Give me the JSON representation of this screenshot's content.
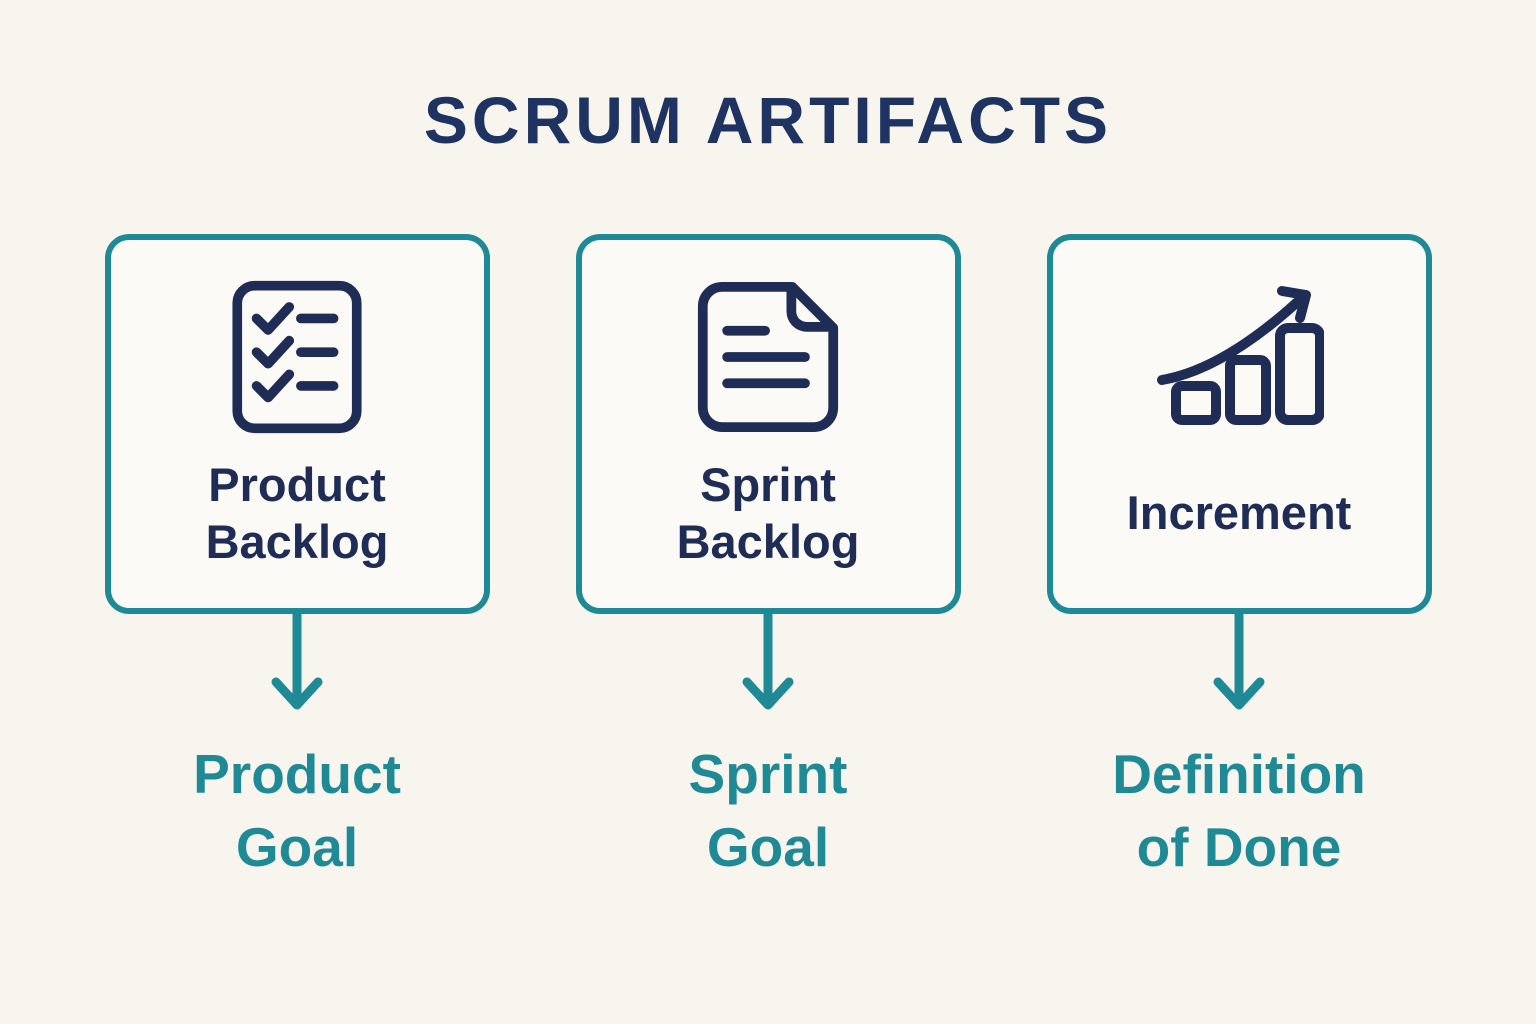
{
  "title": "SCRUM ARTIFACTS",
  "colors": {
    "background": "#F8F5EF",
    "card-bg": "#FBFAF6",
    "teal": "#1F8A96",
    "navy": "#1F2C55",
    "title-navy": "#1E3361"
  },
  "artifacts": [
    {
      "icon": "checklist-icon",
      "label_line1": "Product",
      "label_line2": "Backlog",
      "goal_line1": "Product",
      "goal_line2": "Goal"
    },
    {
      "icon": "document-icon",
      "label_line1": "Sprint",
      "label_line2": "Backlog",
      "goal_line1": "Sprint",
      "goal_line2": "Goal"
    },
    {
      "icon": "growth-chart-icon",
      "label_line1": "Increment",
      "label_line2": "",
      "goal_line1": "Definition",
      "goal_line2": "of Done"
    }
  ]
}
